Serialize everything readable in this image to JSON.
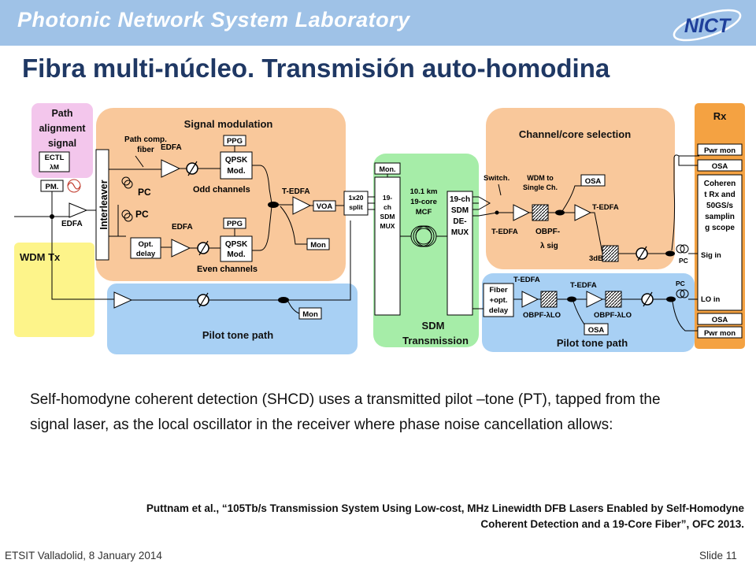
{
  "header": {
    "lab_name": "Photonic Network System Laboratory",
    "logo_text": "NICT"
  },
  "slide": {
    "title": "Fibra multi-núcleo. Transmisión auto-homodina"
  },
  "diagram": {
    "path_alignment": {
      "title_line1": "Path",
      "title_line2": "alignment",
      "title_line3": "signal",
      "ectl_line1": "ECTL",
      "ectl_line2": "λM",
      "pm": "PM."
    },
    "wdm_tx": "WDM Tx",
    "edfa_left": "EDFA",
    "interleaver": "Interleaver",
    "signal_modulation": {
      "title": "Signal modulation",
      "path_comp_line1": "Path comp.",
      "path_comp_line2": "fiber",
      "edfa_top": "EDFA",
      "edfa_bottom": "EDFA",
      "ppg_top": "PPG",
      "ppg_bottom": "PPG",
      "qpsk_top_line1": "QPSK",
      "qpsk_top_line2": "Mod.",
      "qpsk_bottom_line1": "QPSK",
      "qpsk_bottom_line2": "Mod.",
      "odd_channels": "Odd channels",
      "even_channels": "Even channels",
      "pc_top": "PC",
      "pc_bottom": "PC",
      "opt_delay_line1": "Opt.",
      "opt_delay_line2": "delay",
      "t_edfa": "T-EDFA",
      "voa": "VOA",
      "mon": "Mon"
    },
    "pilot_left": {
      "title": "Pilot tone path",
      "mon": "Mon"
    },
    "sdm": {
      "split_line1": "1x20",
      "split_line2": "split",
      "mux_line1": "19-",
      "mux_line2": "ch",
      "mux_line3": "SDM",
      "mux_line4": "MUX",
      "mon": "Mon.",
      "fiber_line1": "10.1 km",
      "fiber_line2": "19-core",
      "fiber_line3": "MCF",
      "demux_line1": "19-ch",
      "demux_line2": "SDM",
      "demux_line3": "DE-",
      "demux_line4": "MUX",
      "title_line1": "SDM",
      "title_line2": "Transmission"
    },
    "channel_selection": {
      "title": "Channel/core selection",
      "switch": "Switch.",
      "wdm_line1": "WDM to",
      "wdm_line2": "Single Ch.",
      "osa": "OSA",
      "t_edfa_left": "T-EDFA",
      "t_edfa_right": "T-EDFA",
      "obpf_line1": "OBPF-",
      "obpf_line2": "λ sig",
      "three_db": "3dB"
    },
    "pilot_right": {
      "title": "Pilot tone path",
      "fiber_delay_line1": "Fiber",
      "fiber_delay_line2": "+opt.",
      "fiber_delay_line3": "delay",
      "t_edfa_left": "T-EDFA",
      "t_edfa_right": "T-EDFA",
      "obpf_left": "OBPF-λLO",
      "obpf_right": "OBPF-λLO",
      "osa": "OSA",
      "pc": "PC"
    },
    "rx": {
      "title": "Rx",
      "pwr_mon_top": "Pwr mon",
      "osa_top": "OSA",
      "scope_line1": "Coheren",
      "scope_line2": "t Rx and",
      "scope_line3": "50GS/s",
      "scope_line4": "samplin",
      "scope_line5": "g scope",
      "sig_in": "Sig in",
      "lo_in": "LO in",
      "osa_bottom": "OSA",
      "pwr_mon_bottom": "Pwr mon",
      "pc": "PC"
    }
  },
  "body_text": "Self-homodyne coherent detection (SHCD) uses a transmitted pilot –tone (PT), tapped from the signal laser, as the local oscillator in the receiver where phase noise cancellation allows:",
  "reference": {
    "line1": "Puttnam et al., “105Tb/s Transmission System Using Low-cost, MHz Linewidth DFB Lasers Enabled by Self-Homodyne",
    "line2": "Coherent Detection and a 19-Core Fiber”, OFC 2013."
  },
  "footer": {
    "left": "ETSIT Valladolid, 8 January 2014",
    "right": "Slide 11"
  },
  "colors": {
    "header_bar": "#9fc2e7",
    "title": "#1f3864",
    "orange_region": "#f9c89b",
    "pink_region": "#f3c6ec",
    "yellow_region": "#fdf48a",
    "blue_region": "#a8d0f4",
    "green_region": "#a6eda8",
    "rx_region": "#f4a242"
  }
}
